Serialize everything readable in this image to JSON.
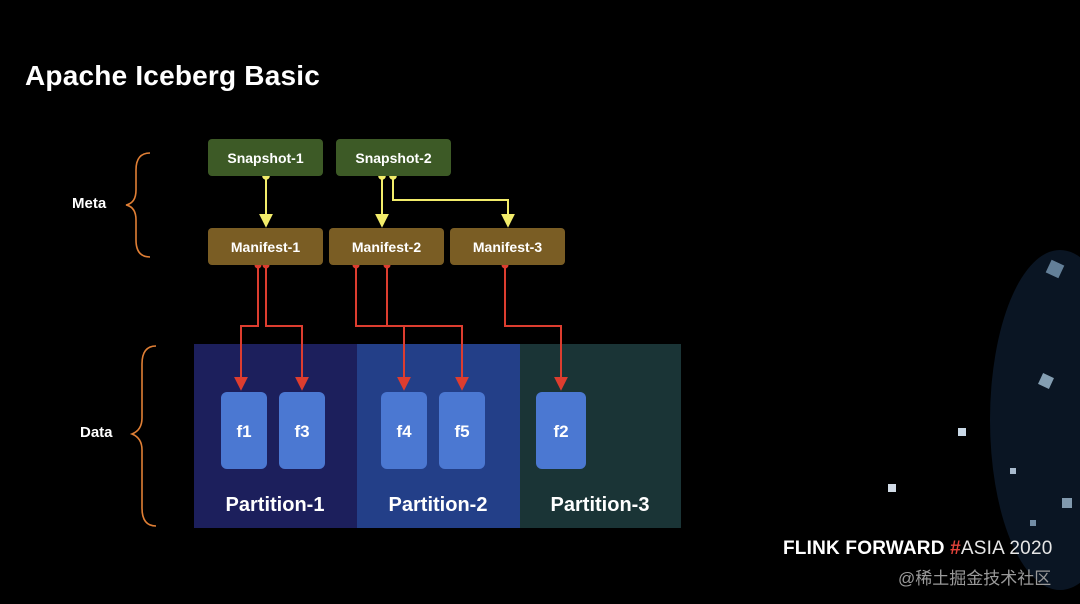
{
  "title": "Apache Iceberg Basic",
  "labels": {
    "meta": "Meta",
    "data": "Data"
  },
  "snapshots": [
    {
      "id": "snapshot-1",
      "label": "Snapshot-1"
    },
    {
      "id": "snapshot-2",
      "label": "Snapshot-2"
    }
  ],
  "manifests": [
    {
      "id": "manifest-1",
      "label": "Manifest-1"
    },
    {
      "id": "manifest-2",
      "label": "Manifest-2"
    },
    {
      "id": "manifest-3",
      "label": "Manifest-3"
    }
  ],
  "partitions": [
    {
      "id": "partition-1",
      "label": "Partition-1",
      "color": "#1c1f5c"
    },
    {
      "id": "partition-2",
      "label": "Partition-2",
      "color": "#233f88"
    },
    {
      "id": "partition-3",
      "label": "Partition-3",
      "color": "#1a3436"
    }
  ],
  "files": [
    {
      "id": "f1",
      "label": "f1",
      "partition": "partition-1"
    },
    {
      "id": "f3",
      "label": "f3",
      "partition": "partition-1"
    },
    {
      "id": "f4",
      "label": "f4",
      "partition": "partition-2"
    },
    {
      "id": "f5",
      "label": "f5",
      "partition": "partition-2"
    },
    {
      "id": "f2",
      "label": "f2",
      "partition": "partition-3"
    }
  ],
  "snapshot_links": [
    {
      "from": "snapshot-1",
      "to": "manifest-1"
    },
    {
      "from": "snapshot-2",
      "to": "manifest-2"
    },
    {
      "from": "snapshot-2",
      "to": "manifest-3"
    }
  ],
  "manifest_links": [
    {
      "from": "manifest-1",
      "to": "f1"
    },
    {
      "from": "manifest-1",
      "to": "f3"
    },
    {
      "from": "manifest-2",
      "to": "f4"
    },
    {
      "from": "manifest-2",
      "to": "f5"
    },
    {
      "from": "manifest-3",
      "to": "f2"
    }
  ],
  "colors": {
    "background": "#000000",
    "snapshot_box": "#3d5a26",
    "manifest_box": "#7a5d24",
    "file_box": "#4b78d2",
    "snapshot_arrow": "#f2ec6a",
    "manifest_arrow": "#dd3d2f",
    "brace": "#e07f35"
  },
  "footer": {
    "brand_main": "FLINK FORWARD",
    "brand_hash": "#",
    "brand_event": "ASIA 2020",
    "watermark": "@稀土掘金技术社区"
  }
}
